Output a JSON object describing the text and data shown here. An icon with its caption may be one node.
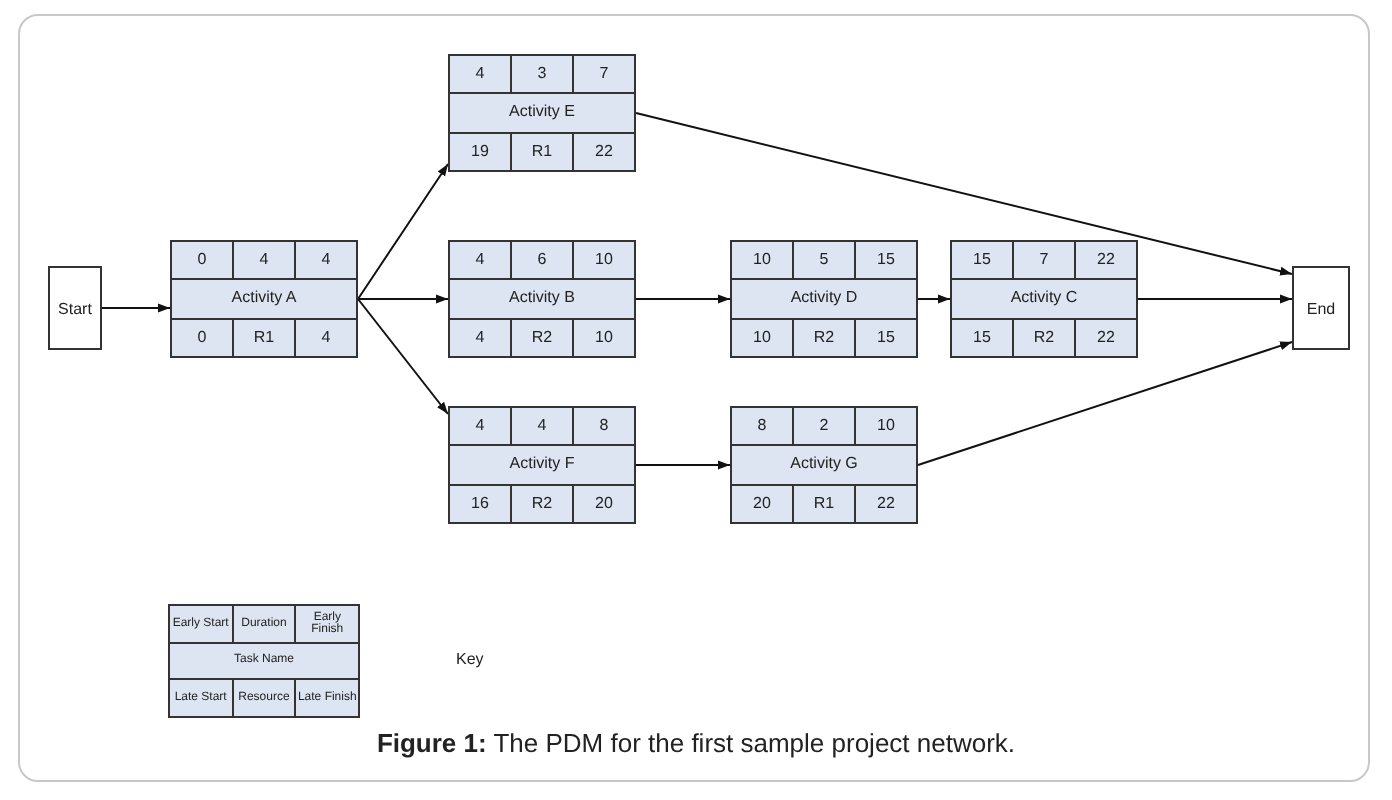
{
  "diagram": {
    "caption": "**Figure 1:** The PDM for the first sample project network.",
    "nodes": [
      {
        "text": [
          "Start"
        ]
      },
      {
        "text": [
          "0",
          "4",
          "4",
          "Activity A",
          "0",
          "R1",
          "4"
        ]
      },
      {
        "text": [
          "4",
          "3",
          "7",
          "Activity E",
          "19",
          "R1",
          "22"
        ]
      },
      {
        "text": [
          "4",
          "6",
          "10",
          "Activity B",
          "4",
          "R2",
          "10"
        ]
      },
      {
        "text": [
          "10",
          "5",
          "15",
          "Activity D",
          "10",
          "R2",
          "15"
        ]
      },
      {
        "text": [
          "15",
          "7",
          "22",
          "Activity C",
          "15",
          "R2",
          "22"
        ]
      },
      {
        "text": [
          "4",
          "4",
          "8",
          "Activity F",
          "16",
          "R2",
          "20"
        ]
      },
      {
        "text": [
          "8",
          "2",
          "10",
          "Activity G",
          "20",
          "R1",
          "22"
        ]
      },
      {
        "text": [
          "End"
        ]
      },
      {
        "text": [
          "Early Start",
          "Duration",
          "Early Finish",
          "Task Name",
          "Late Start",
          "Resource",
          "Late Finish"
        ]
      }
    ],
    "edges": [
      {
        "from": 0,
        "to": 1,
        "arrow": "to"
      },
      {
        "from": 1,
        "to": 2,
        "arrow": "to"
      },
      {
        "from": 1,
        "to": 3,
        "arrow": "to"
      },
      {
        "from": 1,
        "to": 6,
        "arrow": "to"
      },
      {
        "from": 3,
        "to": 4,
        "arrow": "to"
      },
      {
        "from": 4,
        "to": 5,
        "arrow": "to"
      },
      {
        "from": 6,
        "to": 7,
        "arrow": "to"
      },
      {
        "from": 2,
        "to": 8,
        "arrow": "to"
      },
      {
        "from": 5,
        "to": 8,
        "arrow": "to"
      },
      {
        "from": 7,
        "to": 8,
        "arrow": "to"
      }
    ],
    "labels": [
      "Key"
    ]
  }
}
